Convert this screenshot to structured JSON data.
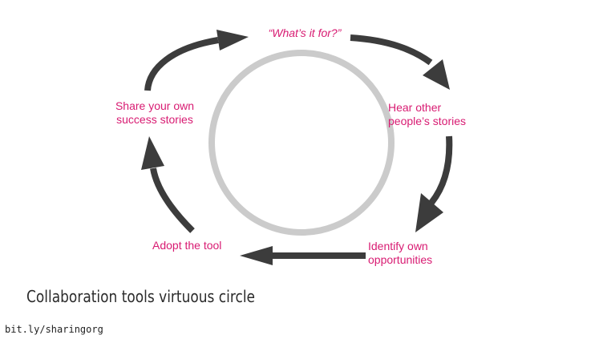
{
  "diagram": {
    "steps": [
      {
        "id": "whats-it-for",
        "label": "“What’s it for?”"
      },
      {
        "id": "hear-stories",
        "label": "Hear other people’s stories",
        "lines": [
          "Hear other",
          "people’s stories"
        ]
      },
      {
        "id": "identify-opportunities",
        "label": "Identify own opportunities",
        "lines": [
          "Identify own",
          "opportunities"
        ]
      },
      {
        "id": "adopt-tool",
        "label": "Adopt the tool"
      },
      {
        "id": "share-stories",
        "label": "Share your own success stories",
        "lines": [
          "Share your own",
          "success stories"
        ]
      }
    ],
    "colors": {
      "label": "#d81b72",
      "arrow": "#3c3c3c",
      "ring": "#cbcbcb"
    }
  },
  "caption": "Collaboration tools virtuous circle",
  "link": "bit.ly/sharingorg"
}
